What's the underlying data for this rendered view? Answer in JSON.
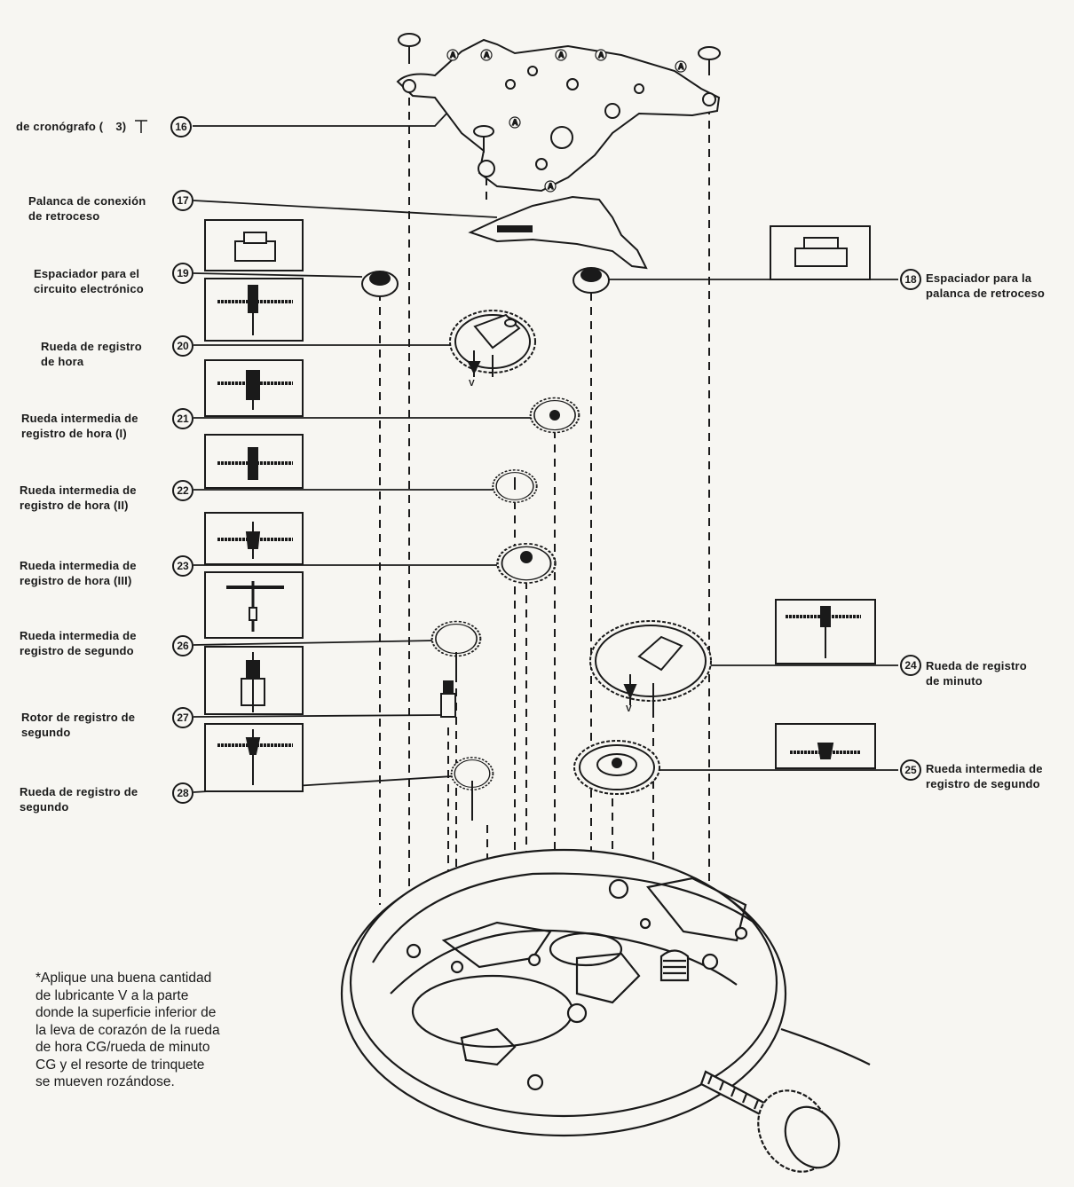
{
  "callouts": [
    {
      "id": "16",
      "number": "16",
      "lines": [
        "de cronógrafo (",
        "3)"
      ],
      "screw": true
    },
    {
      "id": "17",
      "number": "17",
      "lines": [
        "Palanca de conexión",
        "de retroceso"
      ]
    },
    {
      "id": "19",
      "number": "19",
      "lines": [
        "Espaciador para el",
        "circuito electrónico"
      ]
    },
    {
      "id": "20",
      "number": "20",
      "lines": [
        "Rueda de registro",
        "de hora"
      ]
    },
    {
      "id": "21",
      "number": "21",
      "lines": [
        "Rueda intermedia de",
        "registro de hora (I)"
      ]
    },
    {
      "id": "22",
      "number": "22",
      "lines": [
        "Rueda intermedia de",
        "registro de hora (II)"
      ]
    },
    {
      "id": "23",
      "number": "23",
      "lines": [
        "Rueda intermedia de",
        "registro de hora (III)"
      ]
    },
    {
      "id": "26",
      "number": "26",
      "lines": [
        "Rueda intermedia de",
        "registro de segundo"
      ]
    },
    {
      "id": "27",
      "number": "27",
      "lines": [
        "Rotor de registro de",
        "segundo"
      ]
    },
    {
      "id": "28",
      "number": "28",
      "lines": [
        "Rueda de registro de",
        "segundo"
      ]
    },
    {
      "id": "18",
      "number": "18",
      "lines": [
        "Espaciador para la",
        "palanca de retroceso"
      ]
    },
    {
      "id": "24",
      "number": "24",
      "lines": [
        "Rueda de registro",
        "de minuto"
      ]
    },
    {
      "id": "25",
      "number": "25",
      "lines": [
        "Rueda intermedia de",
        "registro de segundo"
      ]
    }
  ],
  "note": {
    "lines": [
      "*Aplique una buena cantidad",
      "de lubricante V a la parte",
      "donde la superficie inferior de",
      "la leva de corazón de la rueda",
      "de hora CG/rueda de minuto",
      "CG y el resorte de trinquete",
      "se mueven rozándose."
    ]
  },
  "markers": {
    "lubricant": "V",
    "screw_mark": "A"
  },
  "colors": {
    "ink": "#1a1a1a",
    "paper": "#f7f6f2"
  }
}
